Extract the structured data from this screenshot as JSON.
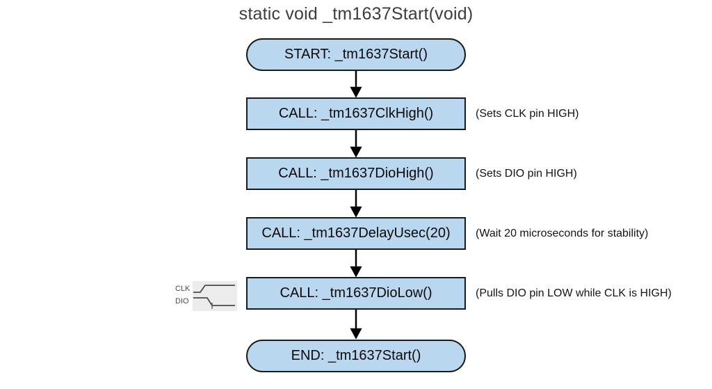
{
  "title": "static void _tm1637Start(void)",
  "nodes": [
    {
      "id": "start",
      "type": "stadium",
      "label": "START: _tm1637Start()",
      "annotation": ""
    },
    {
      "id": "clkhigh",
      "type": "rect",
      "label": "CALL: _tm1637ClkHigh()",
      "annotation": "(Sets CLK pin HIGH)"
    },
    {
      "id": "diohigh",
      "type": "rect",
      "label": "CALL: _tm1637DioHigh()",
      "annotation": "(Sets DIO pin HIGH)"
    },
    {
      "id": "delay",
      "type": "rect",
      "label": "CALL: _tm1637DelayUsec(20)",
      "annotation": "(Wait 20 microseconds for stability)"
    },
    {
      "id": "diolow",
      "type": "rect",
      "label": "CALL: _tm1637DioLow()",
      "annotation": "(Pulls DIO pin LOW while CLK is HIGH)"
    },
    {
      "id": "end",
      "type": "stadium",
      "label": "END: _tm1637Start()",
      "annotation": ""
    }
  ],
  "waveform": {
    "labels": [
      "CLK",
      "DIO"
    ],
    "clk_shape": "low-rise-high",
    "dio_shape": "high-fall-low"
  },
  "colors": {
    "node_fill": "#b9d7ee",
    "node_border": "#1a1a1a",
    "title": "#3d3d3d",
    "annotation": "#141414",
    "waveform_stroke": "#4a4a4a",
    "waveform_panel": "#ececec",
    "arrow": "#000000"
  }
}
